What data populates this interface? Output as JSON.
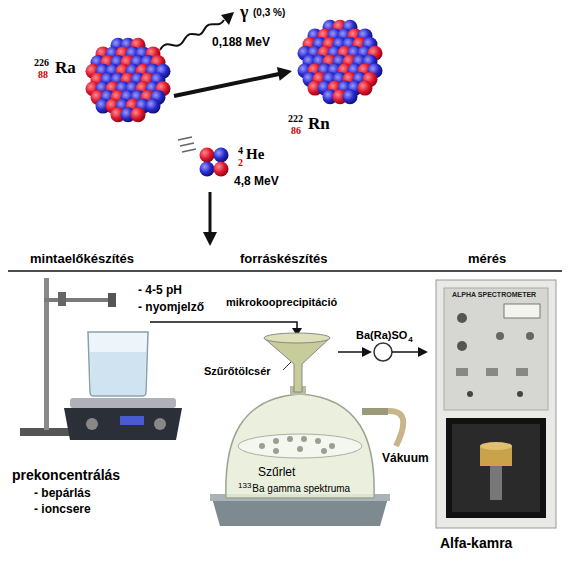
{
  "diagram": {
    "labels": [
      "226",
      "88",
      "Ra",
      "γ",
      "(0,3 %)",
      "0,188 MeV",
      "222",
      "86",
      "Rn",
      "4",
      "2",
      "He",
      "4,8 MeV",
      "mintaelőkészítés",
      "forráskészítés",
      "mérés",
      "- 4-5 pH",
      "- nyomjelző",
      "mikrokooprecipitáció",
      "Ba(Ra)SO",
      "4",
      "Szűrőtölcsér",
      "Vákuum",
      "prekoncentrálás",
      "- bepárlás",
      "- ioncsere",
      "Szűrlet",
      "133",
      "Ba gamma spektruma",
      "Alfa-kamra",
      "ALPHA SPECTROMETER"
    ]
  }
}
